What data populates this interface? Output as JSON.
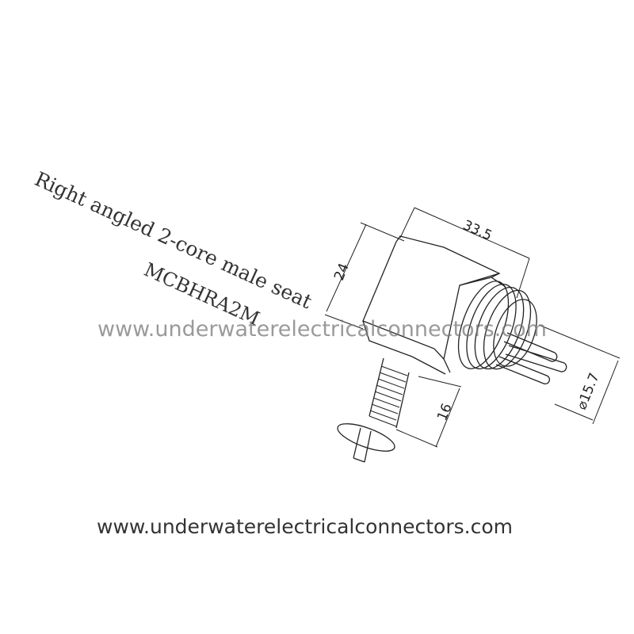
{
  "title": {
    "line1": "Right angled 2-core male seat",
    "line2": "MCBHRA2M"
  },
  "dimensions": {
    "height": "24",
    "length": "33.5",
    "diameter": "⌀15.7",
    "thread_length": "16"
  },
  "watermark": {
    "middle": "www.underwaterelectricalconnectors.com",
    "bottom": "www.underwaterelectricalconnectors.com"
  },
  "colors": {
    "line": "#222222",
    "watermark_mid": "#8c8c8c",
    "watermark_bottom": "#333333"
  }
}
